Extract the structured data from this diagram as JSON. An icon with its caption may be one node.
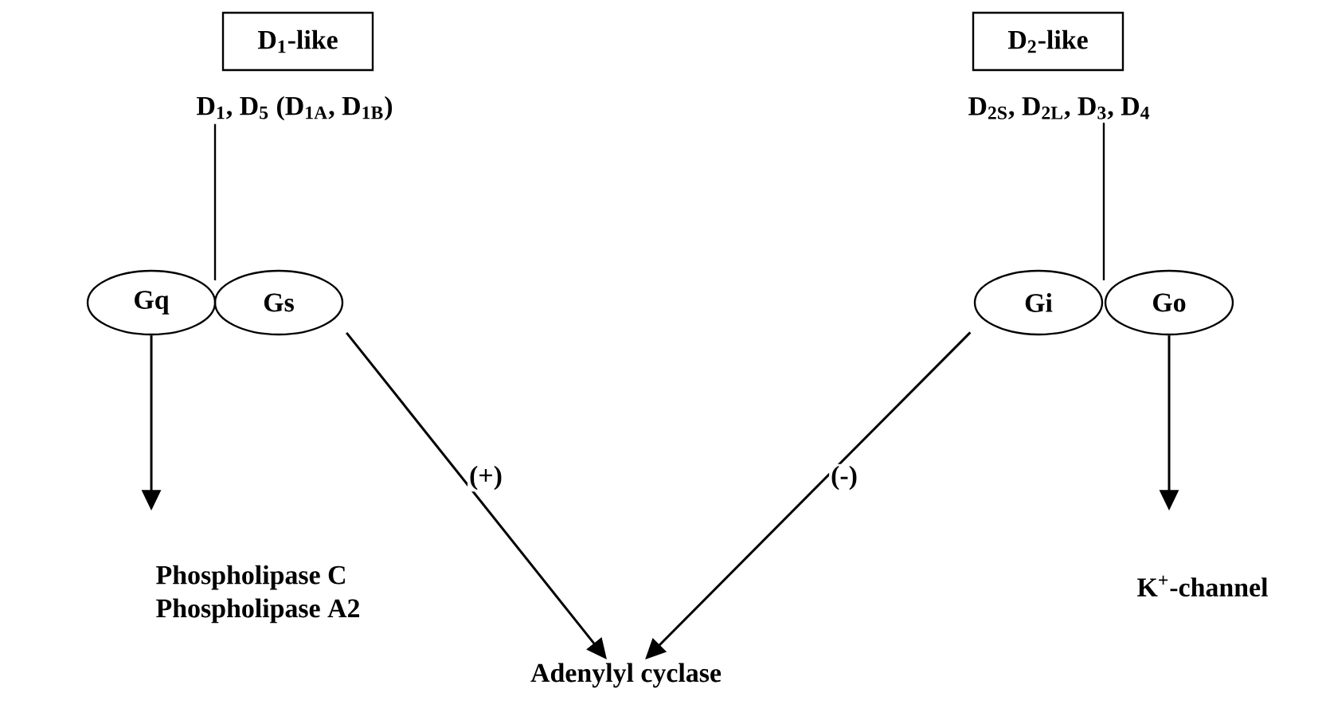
{
  "diagram": {
    "nodes": [
      {
        "text": [
          "D$_{1}$-like"
        ]
      },
      {
        "text": [
          "D$_{1}$, D$_{5}$ (D$_{1A}$, D$_{1B}$)"
        ]
      },
      {
        "text": [
          "Gq"
        ]
      },
      {
        "text": [
          "Gs"
        ]
      },
      {
        "text": [
          "D$_{2}$-like"
        ]
      },
      {
        "text": [
          "D$_{2S}$, D$_{2L}$, D$_{3}$, D$_{4}$"
        ]
      },
      {
        "text": [
          "Gi"
        ]
      },
      {
        "text": [
          "Go"
        ]
      },
      {
        "text": [
          "Phospholipase C",
          "Phospholipase A2"
        ]
      },
      {
        "text": [
          "Adenylyl cyclase"
        ]
      },
      {
        "text": [
          "K$^{+}$-channel"
        ]
      }
    ],
    "edges": [
      {
        "from": 1,
        "to": 2,
        "arrow": "none"
      },
      {
        "from": 1,
        "to": 3,
        "arrow": "none"
      },
      {
        "from": 5,
        "to": 6,
        "arrow": "none"
      },
      {
        "from": 5,
        "to": 7,
        "arrow": "none"
      },
      {
        "from": 2,
        "to": 8,
        "arrow": "to"
      },
      {
        "from": 3,
        "to": 9,
        "arrow": "to",
        "label": "(+)"
      },
      {
        "from": 6,
        "to": 9,
        "arrow": "to",
        "label": "(-)"
      },
      {
        "from": 7,
        "to": 10,
        "arrow": "to"
      }
    ]
  }
}
